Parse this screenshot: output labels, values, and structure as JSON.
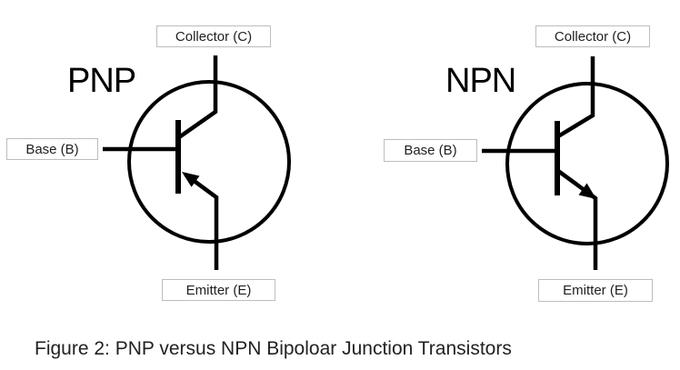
{
  "colors": {
    "background": "#ffffff",
    "ink": "#000000",
    "label_border": "#bdbdbd",
    "label_background": "#ffffff",
    "label_text": "#1f1f1f",
    "caption_text": "#222222"
  },
  "diagram": {
    "pnp": {
      "title": "PNP",
      "collector_label": "Collector (C)",
      "base_label": "Base (B)",
      "emitter_label": "Emitter (E)",
      "emitter_arrow": "points-in-toward-base"
    },
    "npn": {
      "title": "NPN",
      "collector_label": "Collector (C)",
      "base_label": "Base (B)",
      "emitter_label": "Emitter (E)",
      "emitter_arrow": "points-out-from-base"
    }
  },
  "caption": "Figure 2: PNP versus NPN Bipoloar Junction Transistors"
}
